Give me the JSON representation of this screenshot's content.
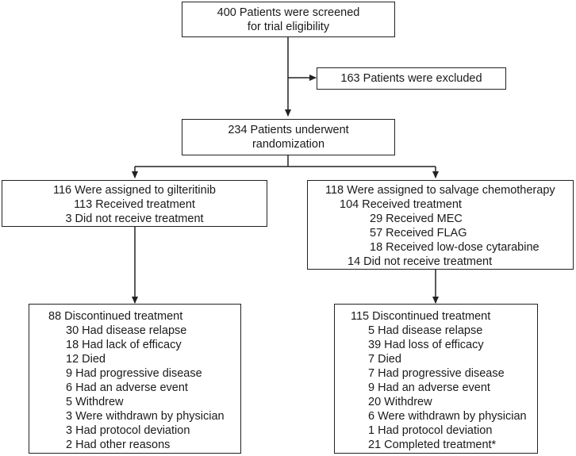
{
  "screened": {
    "line1": "400 Patients were screened",
    "line2": "for trial eligibility"
  },
  "excluded": {
    "text": "163 Patients were excluded"
  },
  "randomized": {
    "line1": "234 Patients underwent",
    "line2": "randomization"
  },
  "gilteritinib": {
    "title": "116 Were assigned to gilteritinib",
    "received": "113 Received treatment",
    "not_received": "3 Did not receive treatment"
  },
  "chemo": {
    "title": "118 Were assigned to salvage chemotherapy",
    "received": "104 Received treatment",
    "mec": "29 Received MEC",
    "flag": "57 Received FLAG",
    "ldac": "18 Received low-dose cytarabine",
    "not_received": "14 Did not receive treatment"
  },
  "gilteritinib_discontinued": {
    "title": "88 Discontinued treatment",
    "reasons": [
      "30 Had disease relapse",
      "18 Had lack of efficacy",
      "12 Died",
      "9 Had progressive disease",
      "6 Had an adverse event",
      "5 Withdrew",
      "3 Were withdrawn by physician",
      "3 Had protocol deviation",
      "2 Had other reasons"
    ]
  },
  "chemo_discontinued": {
    "title": "115 Discontinued treatment",
    "reasons": [
      "5 Had disease relapse",
      "39 Had loss of efficacy",
      "7 Died",
      "7 Had progressive disease",
      "9 Had an adverse event",
      "20 Withdrew",
      "6 Were withdrawn by physician",
      "1 Had protocol deviation",
      "21 Completed treatment*"
    ]
  }
}
